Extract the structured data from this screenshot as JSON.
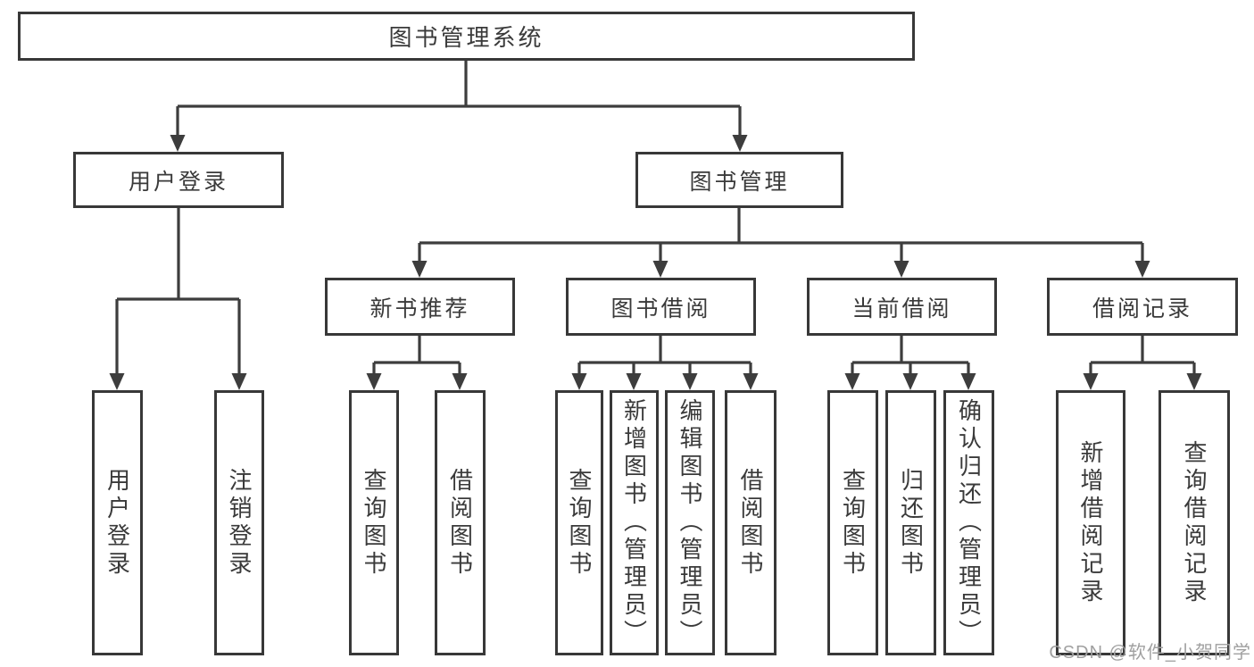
{
  "diagram_type": "hierarchy-tree",
  "colors": {
    "line": "#3d3d3d",
    "box_border": "#383838",
    "text": "#3a3a3a",
    "watermark": "#a0a0a0",
    "background": "#ffffff"
  },
  "tree": {
    "label": "图书管理系统",
    "children": [
      {
        "label": "用户登录",
        "children": [
          {
            "label": "用户登录"
          },
          {
            "label": "注销登录"
          }
        ]
      },
      {
        "label": "图书管理",
        "children": [
          {
            "label": "新书推荐",
            "children": [
              {
                "label": "查询图书"
              },
              {
                "label": "借阅图书"
              }
            ]
          },
          {
            "label": "图书借阅",
            "children": [
              {
                "label": "查询图书"
              },
              {
                "label": "新增图书（管理员）"
              },
              {
                "label": "编辑图书（管理员）"
              },
              {
                "label": "借阅图书"
              }
            ]
          },
          {
            "label": "当前借阅",
            "children": [
              {
                "label": "查询图书"
              },
              {
                "label": "归还图书"
              },
              {
                "label": "确认归还（管理员）"
              }
            ]
          },
          {
            "label": "借阅记录",
            "children": [
              {
                "label": "新增借阅记录"
              },
              {
                "label": "查询借阅记录"
              }
            ]
          }
        ]
      }
    ]
  },
  "watermark": {
    "text": "CSDN @软件_小贺同学"
  }
}
